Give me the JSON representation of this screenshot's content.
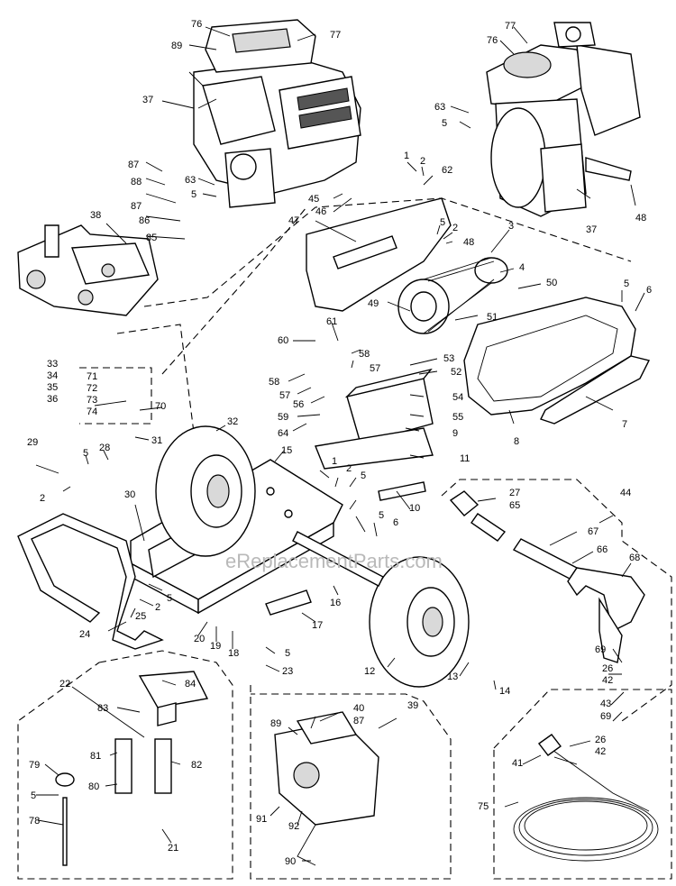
{
  "labels": {
    "l76a": "76",
    "l77a": "77",
    "l89a": "89",
    "l37a": "37",
    "l87a": "87",
    "l88": "88",
    "l87b": "87",
    "l86": "86",
    "l85": "85",
    "l63a": "63",
    "l5a": "5",
    "l77b": "77",
    "l76b": "76",
    "l63b": "63",
    "l5b": "5",
    "l37b": "37",
    "l48a": "48",
    "l1a": "1",
    "l2a": "2",
    "l62": "62",
    "l45": "45",
    "l46": "46",
    "l47": "47",
    "l5c": "5",
    "l2b": "2",
    "l48b": "48",
    "l3": "3",
    "l4": "4",
    "l50": "50",
    "l49": "49",
    "l51": "51",
    "l5d": "5",
    "l6a": "6",
    "l38": "38",
    "l60": "60",
    "l61": "61",
    "l58a": "58",
    "l57a": "57",
    "l53": "53",
    "l52": "52",
    "l58b": "58",
    "l57b": "57",
    "l56": "56",
    "l54": "54",
    "l59": "59",
    "l55": "55",
    "l64": "64",
    "l9": "9",
    "l7": "7",
    "l8": "8",
    "l33": "33",
    "l34": "34",
    "l35": "35",
    "l36": "36",
    "l71": "71",
    "l72": "72",
    "l73": "73",
    "l74": "74",
    "l70": "70",
    "l31": "31",
    "l32": "32",
    "l29": "29",
    "l5e": "5",
    "l28": "28",
    "l2c": "2",
    "l15": "15",
    "l1b": "1",
    "l2d": "2",
    "l5f": "5",
    "l11": "11",
    "l10": "10",
    "l30": "30",
    "l5g": "5",
    "l6b": "6",
    "l24": "24",
    "l5h": "5",
    "l2e": "2",
    "l25": "25",
    "l20": "20",
    "l19": "19",
    "l18": "18",
    "l16": "16",
    "l17": "17",
    "l27": "27",
    "l65": "65",
    "l44": "44",
    "l67": "67",
    "l66": "66",
    "l68": "68",
    "l69a": "69",
    "l26a": "26",
    "l42a": "42",
    "l43": "43",
    "l69b": "69",
    "l5i": "5",
    "l23": "23",
    "l12": "12",
    "l13": "13",
    "l14": "14",
    "l22": "22",
    "l84": "84",
    "l83": "83",
    "l81": "81",
    "l82": "82",
    "l79": "79",
    "l80": "80",
    "l5j": "5",
    "l78": "78",
    "l21": "21",
    "l40": "40",
    "l87c": "87",
    "l39": "39",
    "l89b": "89",
    "l91": "91",
    "l92": "92",
    "l90": "90",
    "l26b": "26",
    "l42b": "42",
    "l41": "41",
    "l75": "75"
  },
  "watermark": "eReplacementParts.com"
}
